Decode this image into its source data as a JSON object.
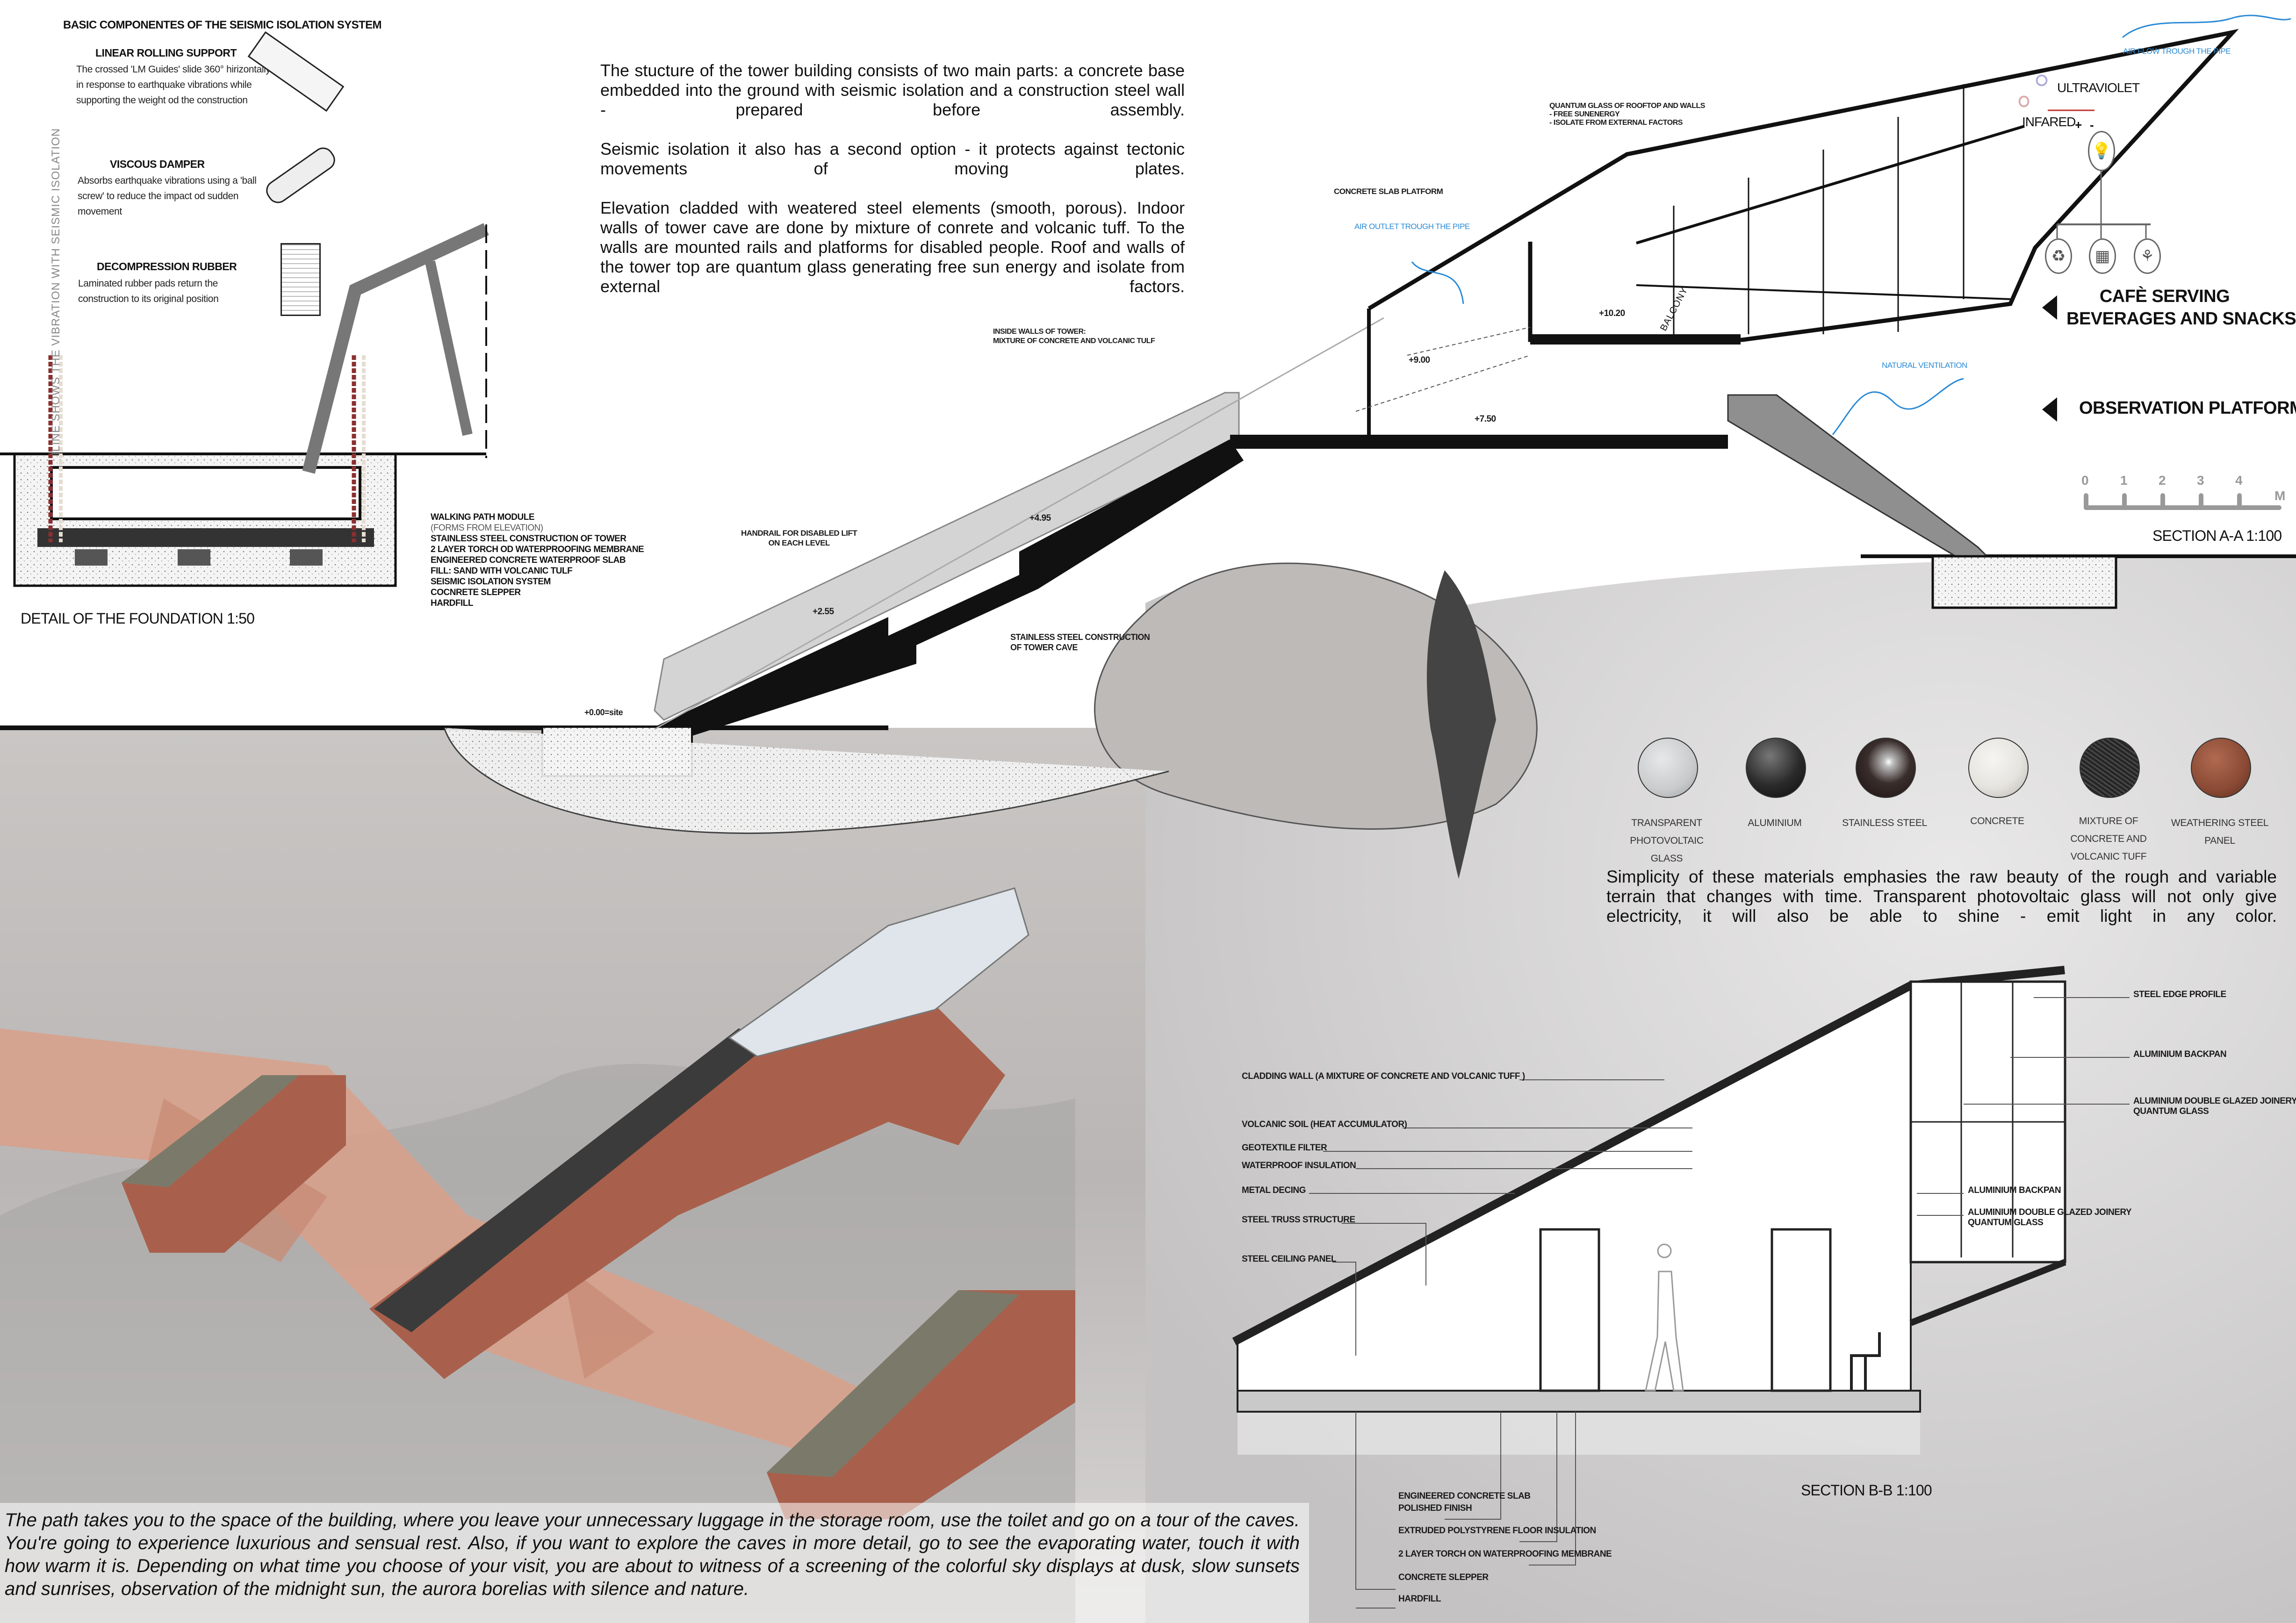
{
  "components": {
    "title": "BASIC COMPONENTES OF THE SEISMIC ISOLATION SYSTEM",
    "items": [
      {
        "heading": "LINEAR ROLLING SUPPORT",
        "text": "The crossed 'LM Guides' slide 360° hirizontally in response to earthquake vibrations while supporting the weight od the construction"
      },
      {
        "heading": "VISCOUS DAMPER",
        "text": "Absorbs earthquake vibrations using a 'ball screw' to reduce the impact od sudden movement"
      },
      {
        "heading": "DECOMPRESSION RUBBER",
        "text": "Laminated rubber pads return the construction to its original position"
      }
    ],
    "vertical_note": "ILINE SHOWS THE VIBRATION WITH SEISMIC ISOLATION"
  },
  "foundation": {
    "title": "DETAIL OF THE FOUNDATION  1:50",
    "layers": [
      "WALKING PATH MODULE",
      "(FORMS FROM ELEVATION)",
      "STAINLESS STEEL CONSTRUCTION OF TOWER",
      "2 LAYER TORCH OD WATERPROOFING MEMBRANE",
      "ENGINEERED CONCRETE WATERPROOF SLAB",
      "FILL: SAND WITH VOLCANIC TULF",
      "SEISMIC ISOLATION SYSTEM",
      "COCNRETE SLEPPER",
      "HARDFILL"
    ]
  },
  "intro": {
    "paragraphs": [
      "The stucture of the tower building consists of two main parts: a concrete base embedded into the ground with seismic isolation and a construction steel wall - prepared before assembly.",
      "Seismic isolation it also has a second option - it protects against tectonic movements of moving plates.",
      "Elevation cladded with weatered steel elements (smooth, porous). Indoor walls of tower cave are done by mixture of conrete and volcanic tuff. To the walls are mounted rails and platforms for disabled people. Roof and walls of the tower top are quantum glass generating free sun energy and isolate from external factors."
    ]
  },
  "section_aa": {
    "title": "SECTION A-A  1:100",
    "scale": {
      "ticks": [
        "0",
        "1",
        "2",
        "3",
        "4"
      ],
      "unit": "M"
    },
    "labels": {
      "inside_walls": [
        "INSIDE WALLS OF TOWER:",
        "MIXTURE OF CONCRETE AND VOLCANIC TULF"
      ],
      "handrail": [
        "HANDRAIL FOR DISABLED LIFT",
        "ON EACH LEVEL"
      ],
      "tower_cave": [
        "STAINLESS STEEL CONSTRUCTION",
        "OF TOWER CAVE"
      ],
      "concrete_slab": "CONCRETE SLAB PLATFORM",
      "quantum_glass": [
        "QUANTUM GLASS OF ROOFTOP AND WALLS",
        "- FREE SUNENERGY",
        "- ISOLATE FROM EXTERNAL FACTORS"
      ],
      "air_outlet": "AIR OUTLET TROUGH THE PIPE",
      "natural_ventilation": "NATURAL VENTILATION",
      "air_flow": "AIR FLOW TROUGH THE PIPE",
      "ultraviolet": "ULTRAVIOLET",
      "infared": "INFARED",
      "plus": "+",
      "minus": "-",
      "balcony": "BALCONY"
    },
    "levels": [
      "+0.00=site",
      "+2.55",
      "+4.95",
      "+7.50",
      "+9.00",
      "+10.20"
    ],
    "zones": [
      "CAFÈ SERVING",
      "BEVERAGES AND SNACKS",
      "OBSERVATION PLATFORM"
    ]
  },
  "materials": {
    "items": [
      {
        "name": "TRANSPARENT PHOTOVOLTAIC GLASS",
        "color": "#c9cbcc"
      },
      {
        "name": "ALUMINIUM",
        "color": "#2a2a2a"
      },
      {
        "name": "STAINLESS STEEL",
        "color": "#3a2e2c"
      },
      {
        "name": "CONCRETE",
        "color": "#e6e4df"
      },
      {
        "name": "MIXTURE OF CONCRETE AND VOLCANIC TUFF",
        "color": "#262626"
      },
      {
        "name": "WEATHERING STEEL PANEL",
        "color": "#8a4a35"
      }
    ],
    "description": "Simplicity of these materials emphasies the raw beauty of the rough and variable terrain that changes with time. Transparent photovoltaic glass will not only give electricity, it will also be able to shine - emit light in any color."
  },
  "section_bb": {
    "title": "SECTION B-B  1:100",
    "left_labels": [
      "CLADDING WALL (A MIXTURE OF CONCRETE AND VOLCANIC TUFF  )",
      "VOLCANIC SOIL (HEAT ACCUMULATOR)",
      "GEOTEXTILE FILTER",
      "WATERPROOF INSULATION",
      "METAL DECING",
      "STEEL TRUSS STRUCTURE",
      "STEEL CEILING PANEL"
    ],
    "right_labels": [
      "STEEL EDGE PROFILE",
      "ALUMINIUM BACKPAN",
      "ALUMINIUM DOUBLE GLAZED JOINERY",
      "QUANTUM GLASS"
    ],
    "inner_labels": [
      "ALUMINIUM BACKPAN",
      "ALUMINIUM DOUBLE GLAZED JOINERY",
      "QUANTUM GLASS"
    ],
    "floor_labels": [
      "ENGINEERED CONCRETE SLAB",
      "POLISHED FINISH",
      "EXTRUDED POLYSTYRENE FLOOR INSULATION",
      "2 LAYER TORCH ON WATERPROOFING MEMBRANE",
      "CONCRETE SLEPPER",
      "HARDFILL"
    ]
  },
  "story": "The path takes you to the space of the building, where you leave your unnecessary luggage in the storage room, use the toilet and go on a tour of the caves. You're going to experience luxurious and sensual rest. Also, if you want to explore the caves in more detail, go to see the evaporating water, touch it with how warm it is. Depending on what time you choose of your visit, you are about to witness of a screening of the colorful sky displays at dusk, slow sunsets and sunrises, observation of the midnight sun, the aurora borelias with silence and nature.",
  "colors": {
    "accent_blue": "#2a8ad6",
    "weathering_steel": "#a8604c",
    "path": "#d9a08a",
    "vibration_line": "#8b2f2f"
  }
}
